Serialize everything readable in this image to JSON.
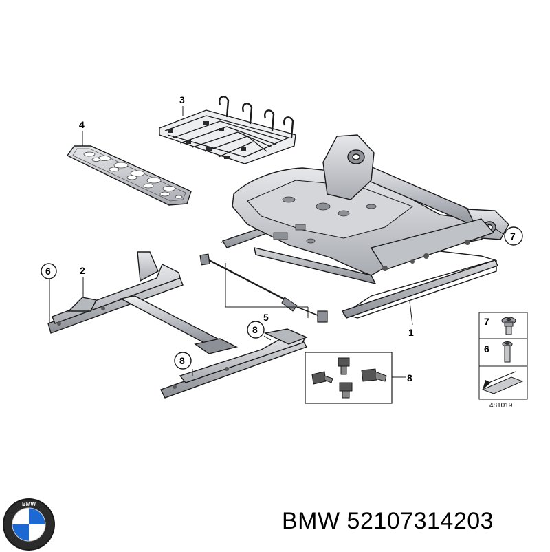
{
  "callouts": {
    "c1": "1",
    "c2": "2",
    "c3": "3",
    "c4": "4",
    "c5": "5",
    "c6": "6",
    "c7": "7",
    "c8a": "8",
    "c8b": "8",
    "c8c": "8"
  },
  "legend": {
    "item7": "7",
    "item6": "6",
    "code": "481019"
  },
  "brand": "BMW",
  "part_number": "52107314203",
  "colors": {
    "line": "#1a1a1a",
    "metal": "#c9cbcf",
    "metal_dark": "#8d9096",
    "metal_light": "#e8e9eb",
    "bmw_blue": "#1c69d4",
    "bmw_ring": "#111111"
  },
  "icons": [
    "bmw-roundel-icon",
    "torx-bolt-icon",
    "arrow-icon"
  ]
}
